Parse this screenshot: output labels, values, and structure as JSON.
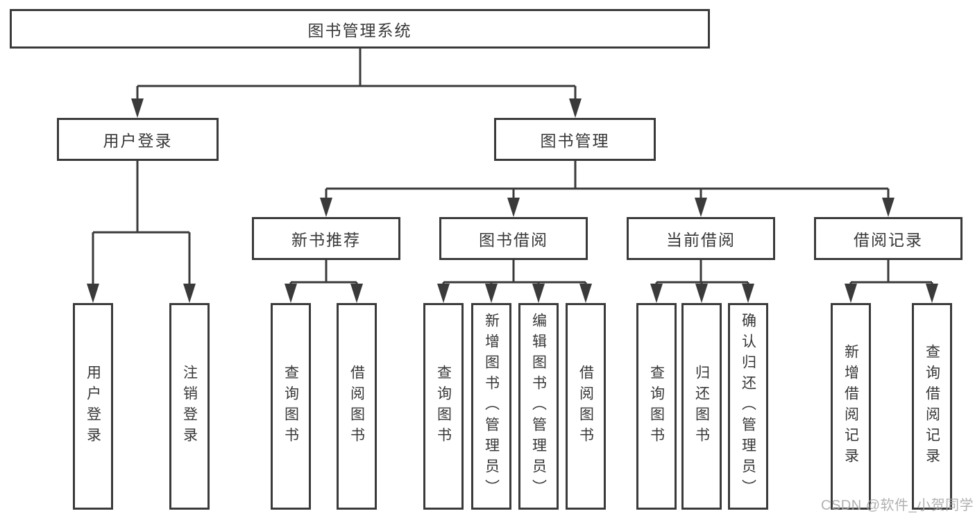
{
  "diagram_type": "hierarchy-tree",
  "tree": {
    "root": {
      "label": "图书管理系统",
      "children": [
        {
          "label": "用户登录",
          "children": [
            {
              "label": "用户登录"
            },
            {
              "label": "注销登录"
            }
          ]
        },
        {
          "label": "图书管理",
          "children": [
            {
              "label": "新书推荐",
              "children": [
                {
                  "label": "查询图书"
                },
                {
                  "label": "借阅图书"
                }
              ]
            },
            {
              "label": "图书借阅",
              "children": [
                {
                  "label": "查询图书"
                },
                {
                  "label": "新增图书（管理员）"
                },
                {
                  "label": "编辑图书（管理员）"
                },
                {
                  "label": "借阅图书"
                }
              ]
            },
            {
              "label": "当前借阅",
              "children": [
                {
                  "label": "查询图书"
                },
                {
                  "label": "归还图书"
                },
                {
                  "label": "确认归还（管理员）"
                }
              ]
            },
            {
              "label": "借阅记录",
              "children": [
                {
                  "label": "新增借阅记录"
                },
                {
                  "label": "查询借阅记录"
                }
              ]
            }
          ]
        }
      ]
    }
  },
  "watermark": {
    "text": "CSDN @软件_小贺同学"
  },
  "colors": {
    "line": "#3a3a3a",
    "box_border": "#3a3a3a",
    "text": "#373737",
    "watermark": "#a9a9a9",
    "background": "#ffffff"
  }
}
